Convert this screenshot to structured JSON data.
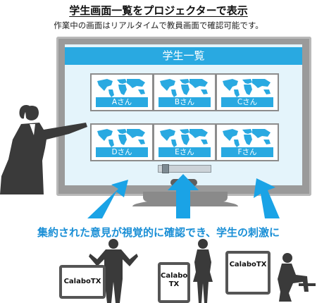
{
  "heading": "学生画面一覧をプロジェクターで表示",
  "subheading": "作業中の画面はリアルタイムで教員画面で確認可能です。",
  "screen": {
    "title": "学生一覧",
    "tiles": [
      "Aさん",
      "Bさん",
      "Cさん",
      "Dさん",
      "Eさん",
      "Fさん"
    ]
  },
  "caption": "集約された意見が視覚的に確認でき、学生の刺激に",
  "tablets": [
    {
      "label": "CalaboTX"
    },
    {
      "label_line1": "Calabo",
      "label_line2": "TX"
    },
    {
      "label": "CalaboTX"
    }
  ],
  "colors": {
    "accent": "#29a9e1",
    "caption": "#1a8fd6",
    "frame": "#9a9a9a"
  }
}
